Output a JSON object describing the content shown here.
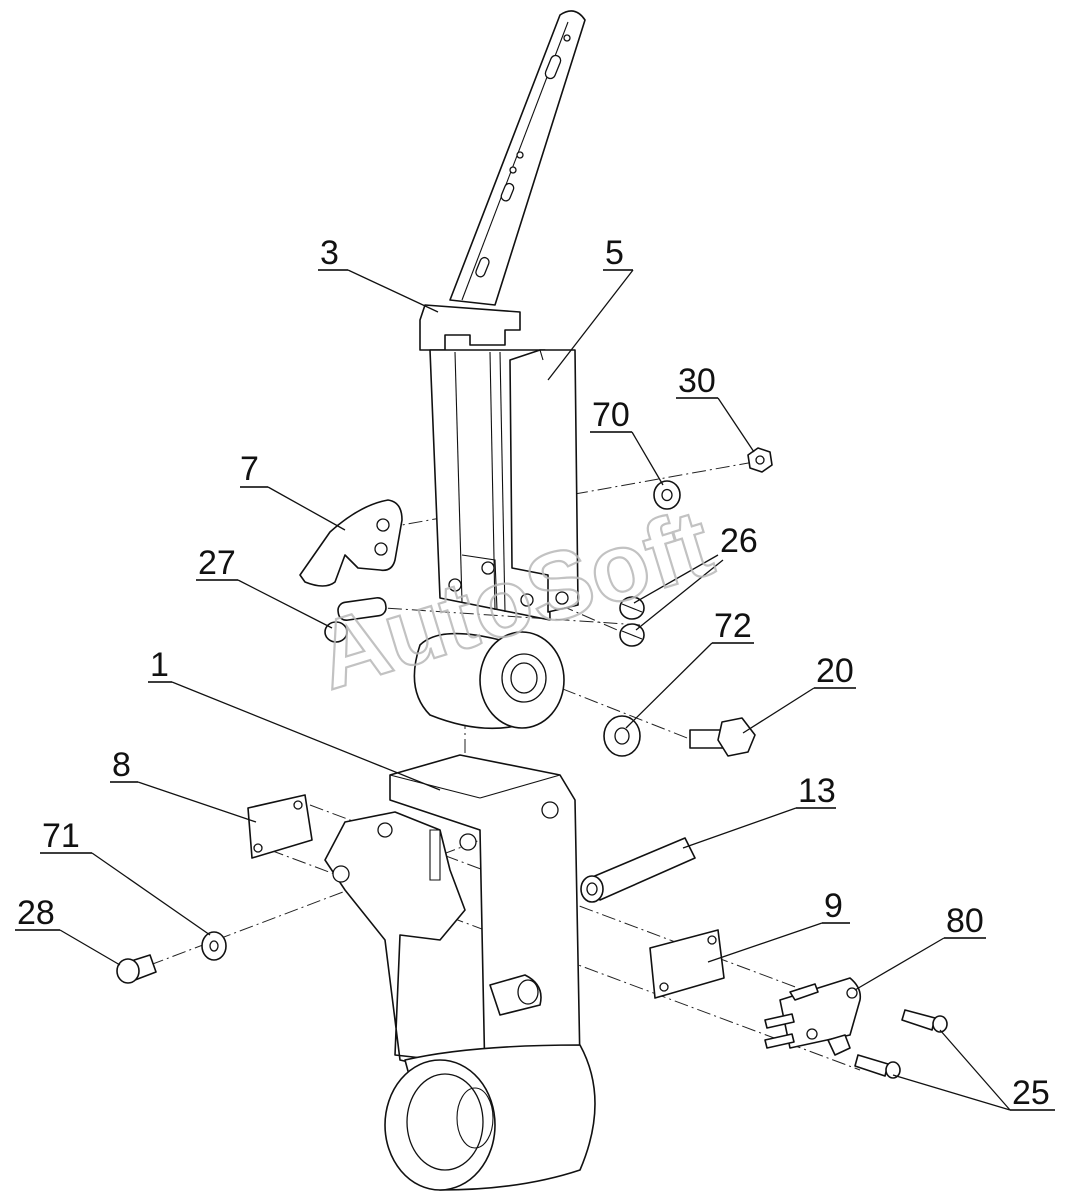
{
  "watermark": "AutoSoft",
  "callouts": [
    {
      "id": "3",
      "label": "3"
    },
    {
      "id": "5",
      "label": "5"
    },
    {
      "id": "30",
      "label": "30"
    },
    {
      "id": "70",
      "label": "70"
    },
    {
      "id": "7",
      "label": "7"
    },
    {
      "id": "26",
      "label": "26"
    },
    {
      "id": "27",
      "label": "27"
    },
    {
      "id": "72",
      "label": "72"
    },
    {
      "id": "20",
      "label": "20"
    },
    {
      "id": "1",
      "label": "1"
    },
    {
      "id": "13",
      "label": "13"
    },
    {
      "id": "8",
      "label": "8"
    },
    {
      "id": "71",
      "label": "71"
    },
    {
      "id": "9",
      "label": "9"
    },
    {
      "id": "80",
      "label": "80"
    },
    {
      "id": "28",
      "label": "28"
    },
    {
      "id": "25",
      "label": "25"
    }
  ]
}
